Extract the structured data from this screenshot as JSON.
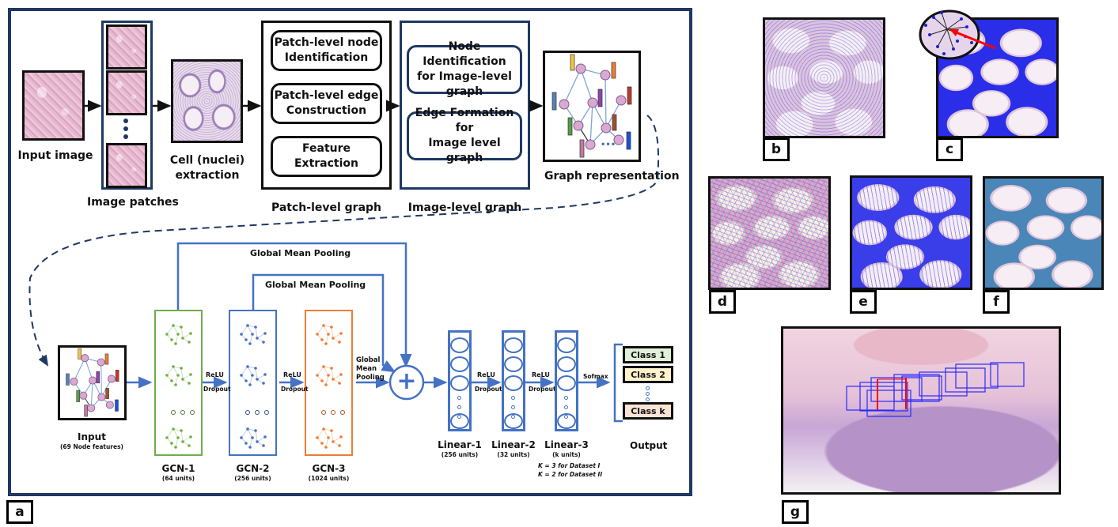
{
  "panel_labels": {
    "a": "a",
    "b": "b",
    "c": "c",
    "d": "d",
    "e": "e",
    "f": "f",
    "g": "g"
  },
  "top_pipeline": {
    "input_image": "Input image",
    "image_patches": "Image patches",
    "cell_extraction_line1": "Cell (nuclei)",
    "cell_extraction_line2": "extraction",
    "patch_graph": {
      "caption": "Patch-level graph",
      "steps": [
        {
          "line1": "Patch-level node",
          "line2": "Identification"
        },
        {
          "line1": "Patch-level edge",
          "line2": "Construction"
        },
        {
          "line1": "Feature Extraction",
          "line2": ""
        }
      ]
    },
    "image_graph": {
      "caption": "Image-level graph",
      "steps": [
        {
          "line1": "Node Identification",
          "line2": "for Image-level graph"
        },
        {
          "line1": "Edge Formation for",
          "line2": "Image level graph"
        }
      ]
    },
    "graph_representation": "Graph representation",
    "ellipsis": "•••"
  },
  "network": {
    "pool_top": "Global Mean Pooling",
    "pool_mid": "Global Mean Pooling",
    "pool_side": [
      "Global",
      "Mean",
      "Pooling"
    ],
    "input": {
      "title": "Input",
      "subtitle": "(69 Node features)"
    },
    "gcn_layers": [
      {
        "name": "GCN-1",
        "units": "(64 units)",
        "color": "#70ad47"
      },
      {
        "name": "GCN-2",
        "units": "(256 units)",
        "color": "#4472c4"
      },
      {
        "name": "GCN-3",
        "units": "(1024 units)",
        "color": "#ed7d31"
      }
    ],
    "activation": "ReLU",
    "dropout": "Dropout",
    "linear_layers": [
      {
        "name": "Linear-1",
        "units": "(256 units)"
      },
      {
        "name": "Linear-2",
        "units": "(32 units)"
      },
      {
        "name": "Linear-3",
        "units": "(k units)"
      }
    ],
    "k_note_1": "K = 3 for Dataset I",
    "k_note_2": "K = 2 for Dataset II",
    "softmax": "Sofmax",
    "sum_symbol": "+",
    "output": {
      "title": "Output",
      "classes": [
        {
          "label": "Class 1",
          "color": "#e2efd9"
        },
        {
          "label": "Class 2",
          "color": "#fff2cc"
        },
        {
          "label": "Class k",
          "color": "#fbe4d5"
        }
      ]
    }
  },
  "colors": {
    "frame": "#1f3864",
    "accent_blue": "#4472c4",
    "gcn1": "#70ad47",
    "gcn2": "#4472c4",
    "gcn3": "#ed7d31",
    "graph_edge": "#0000ee",
    "highlight_red": "#ff0000"
  }
}
